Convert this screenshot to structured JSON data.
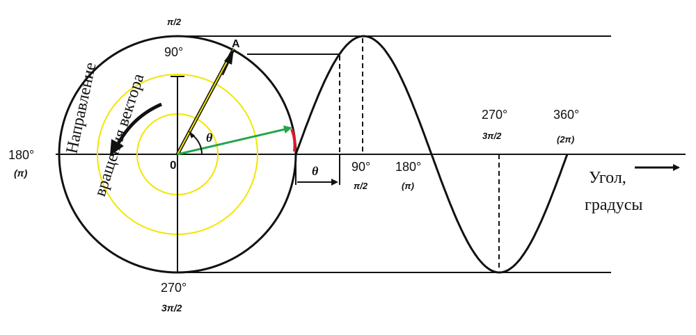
{
  "labels": {
    "point_a": "A",
    "origin": "0",
    "theta_near_origin": "θ",
    "theta_interval": "θ",
    "deg90_top": "90°",
    "rad90_top": "π/2",
    "deg180_left": "180°",
    "rad180_left": "(π)",
    "deg270_bottom": "270°",
    "rad270_bottom": "3π/2",
    "deg90_axis": "90°",
    "rad90_axis": "π/2",
    "deg180_axis": "180°",
    "rad180_axis": "(π)",
    "deg270_axis": "270°",
    "rad270_axis": "3π/2",
    "deg360_axis": "360°",
    "rad360_axis": "(2π)",
    "rotation_line1": "Направление",
    "rotation_line2": "вращения вектора",
    "axis_caption_line1": "Угол,",
    "axis_caption_line2": "градусы"
  },
  "colors": {
    "ink": "#111111",
    "yellow_circles": "#f2e600",
    "green_vector": "#22a64a",
    "red_arc": "#e01b24",
    "phasor_yellow": "#f5e400"
  }
}
